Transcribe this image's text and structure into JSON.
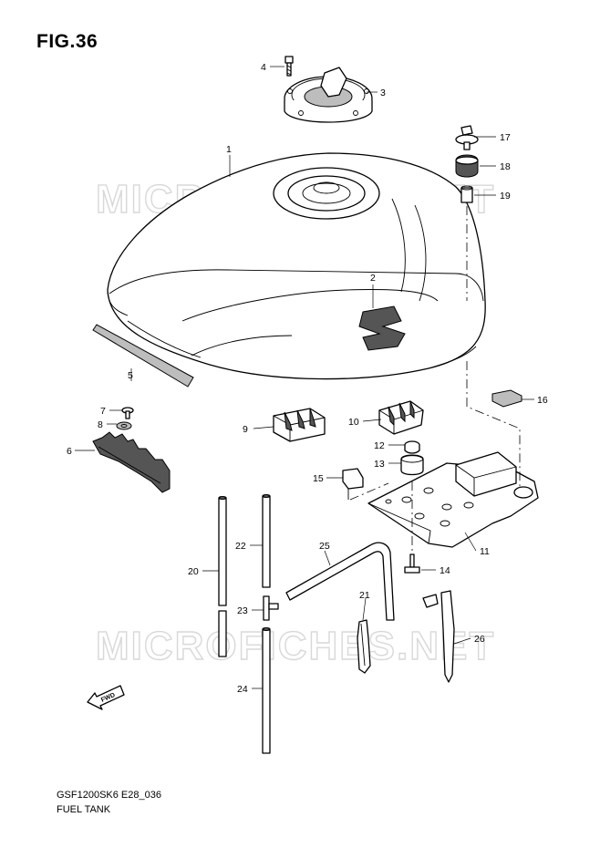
{
  "figure": {
    "title": "FIG.36",
    "model_code": "GSF1200SK6 E28_036",
    "section_name": "FUEL TANK"
  },
  "watermark": {
    "text": "MICROFICHES.NET"
  },
  "fwd_label": "FWD",
  "callouts": [
    {
      "id": "1",
      "label": "1"
    },
    {
      "id": "2",
      "label": "2"
    },
    {
      "id": "3",
      "label": "3"
    },
    {
      "id": "4",
      "label": "4"
    },
    {
      "id": "5",
      "label": "5"
    },
    {
      "id": "6",
      "label": "6"
    },
    {
      "id": "7",
      "label": "7"
    },
    {
      "id": "8",
      "label": "8"
    },
    {
      "id": "9",
      "label": "9"
    },
    {
      "id": "10",
      "label": "10"
    },
    {
      "id": "11",
      "label": "11"
    },
    {
      "id": "12",
      "label": "12"
    },
    {
      "id": "13",
      "label": "13"
    },
    {
      "id": "14",
      "label": "14"
    },
    {
      "id": "15",
      "label": "15"
    },
    {
      "id": "16",
      "label": "16"
    },
    {
      "id": "17",
      "label": "17"
    },
    {
      "id": "18",
      "label": "18"
    },
    {
      "id": "19",
      "label": "19"
    },
    {
      "id": "20",
      "label": "20"
    },
    {
      "id": "21",
      "label": "21"
    },
    {
      "id": "22",
      "label": "22"
    },
    {
      "id": "23",
      "label": "23"
    },
    {
      "id": "24",
      "label": "24"
    },
    {
      "id": "25",
      "label": "25"
    },
    {
      "id": "26",
      "label": "26"
    }
  ]
}
